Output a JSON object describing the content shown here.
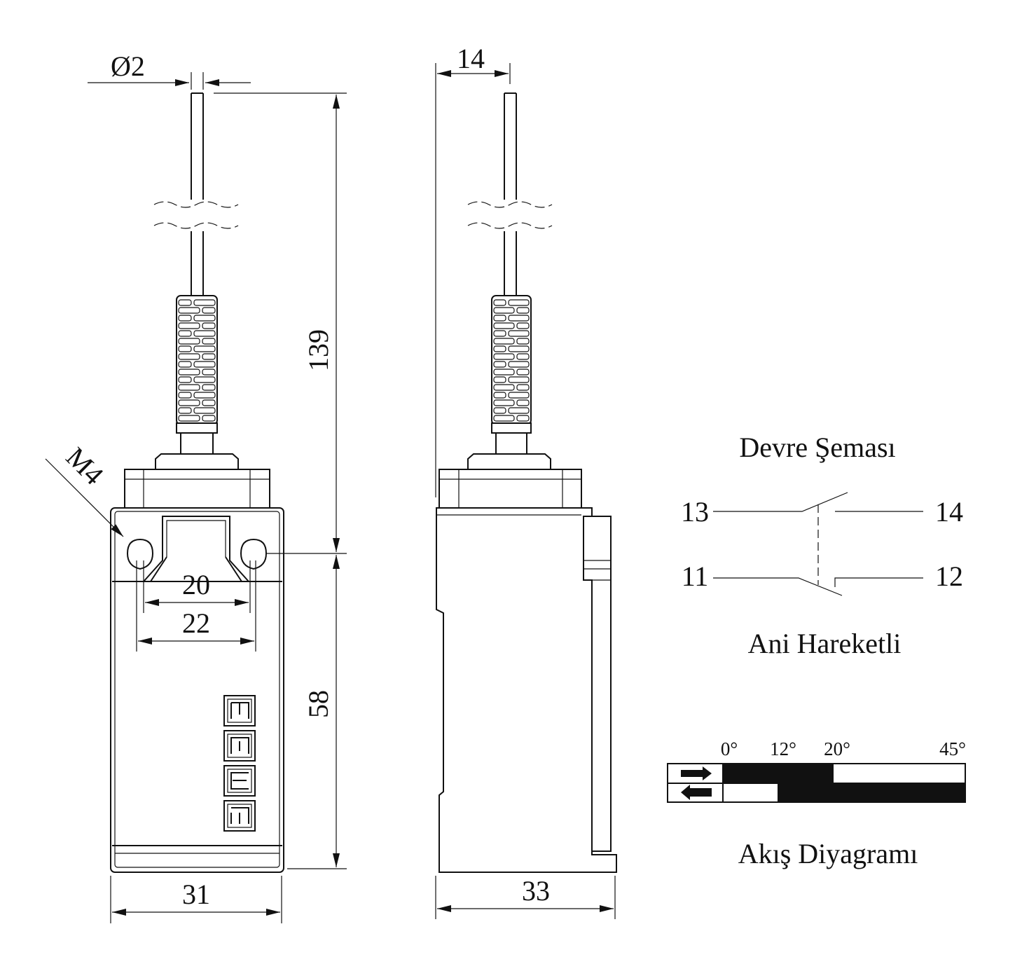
{
  "front_view": {
    "dim_rod_diameter": "Ø2",
    "dim_total_height": "139",
    "dim_body_height": "58",
    "dim_width": "31",
    "dim_hole_inner": "20",
    "dim_hole_outer": "22",
    "dim_thread": "M4",
    "logo_text": "EMAS"
  },
  "side_view": {
    "dim_rod_offset": "14",
    "dim_depth": "33"
  },
  "circuit": {
    "title": "Devre Şeması",
    "terminals": [
      "13",
      "14",
      "11",
      "12"
    ],
    "subtitle": "Ani Hareketli"
  },
  "flow": {
    "angles": [
      "0°",
      "12°",
      "20°",
      "45°"
    ],
    "title": "Akış Diyagramı",
    "rows": [
      {
        "direction": "forward-arrow-icon",
        "closed_from": 0,
        "closed_to": 20
      },
      {
        "direction": "return-arrow-icon",
        "closed_from": 12,
        "closed_to": 45
      }
    ],
    "color_fill": "#111111"
  }
}
